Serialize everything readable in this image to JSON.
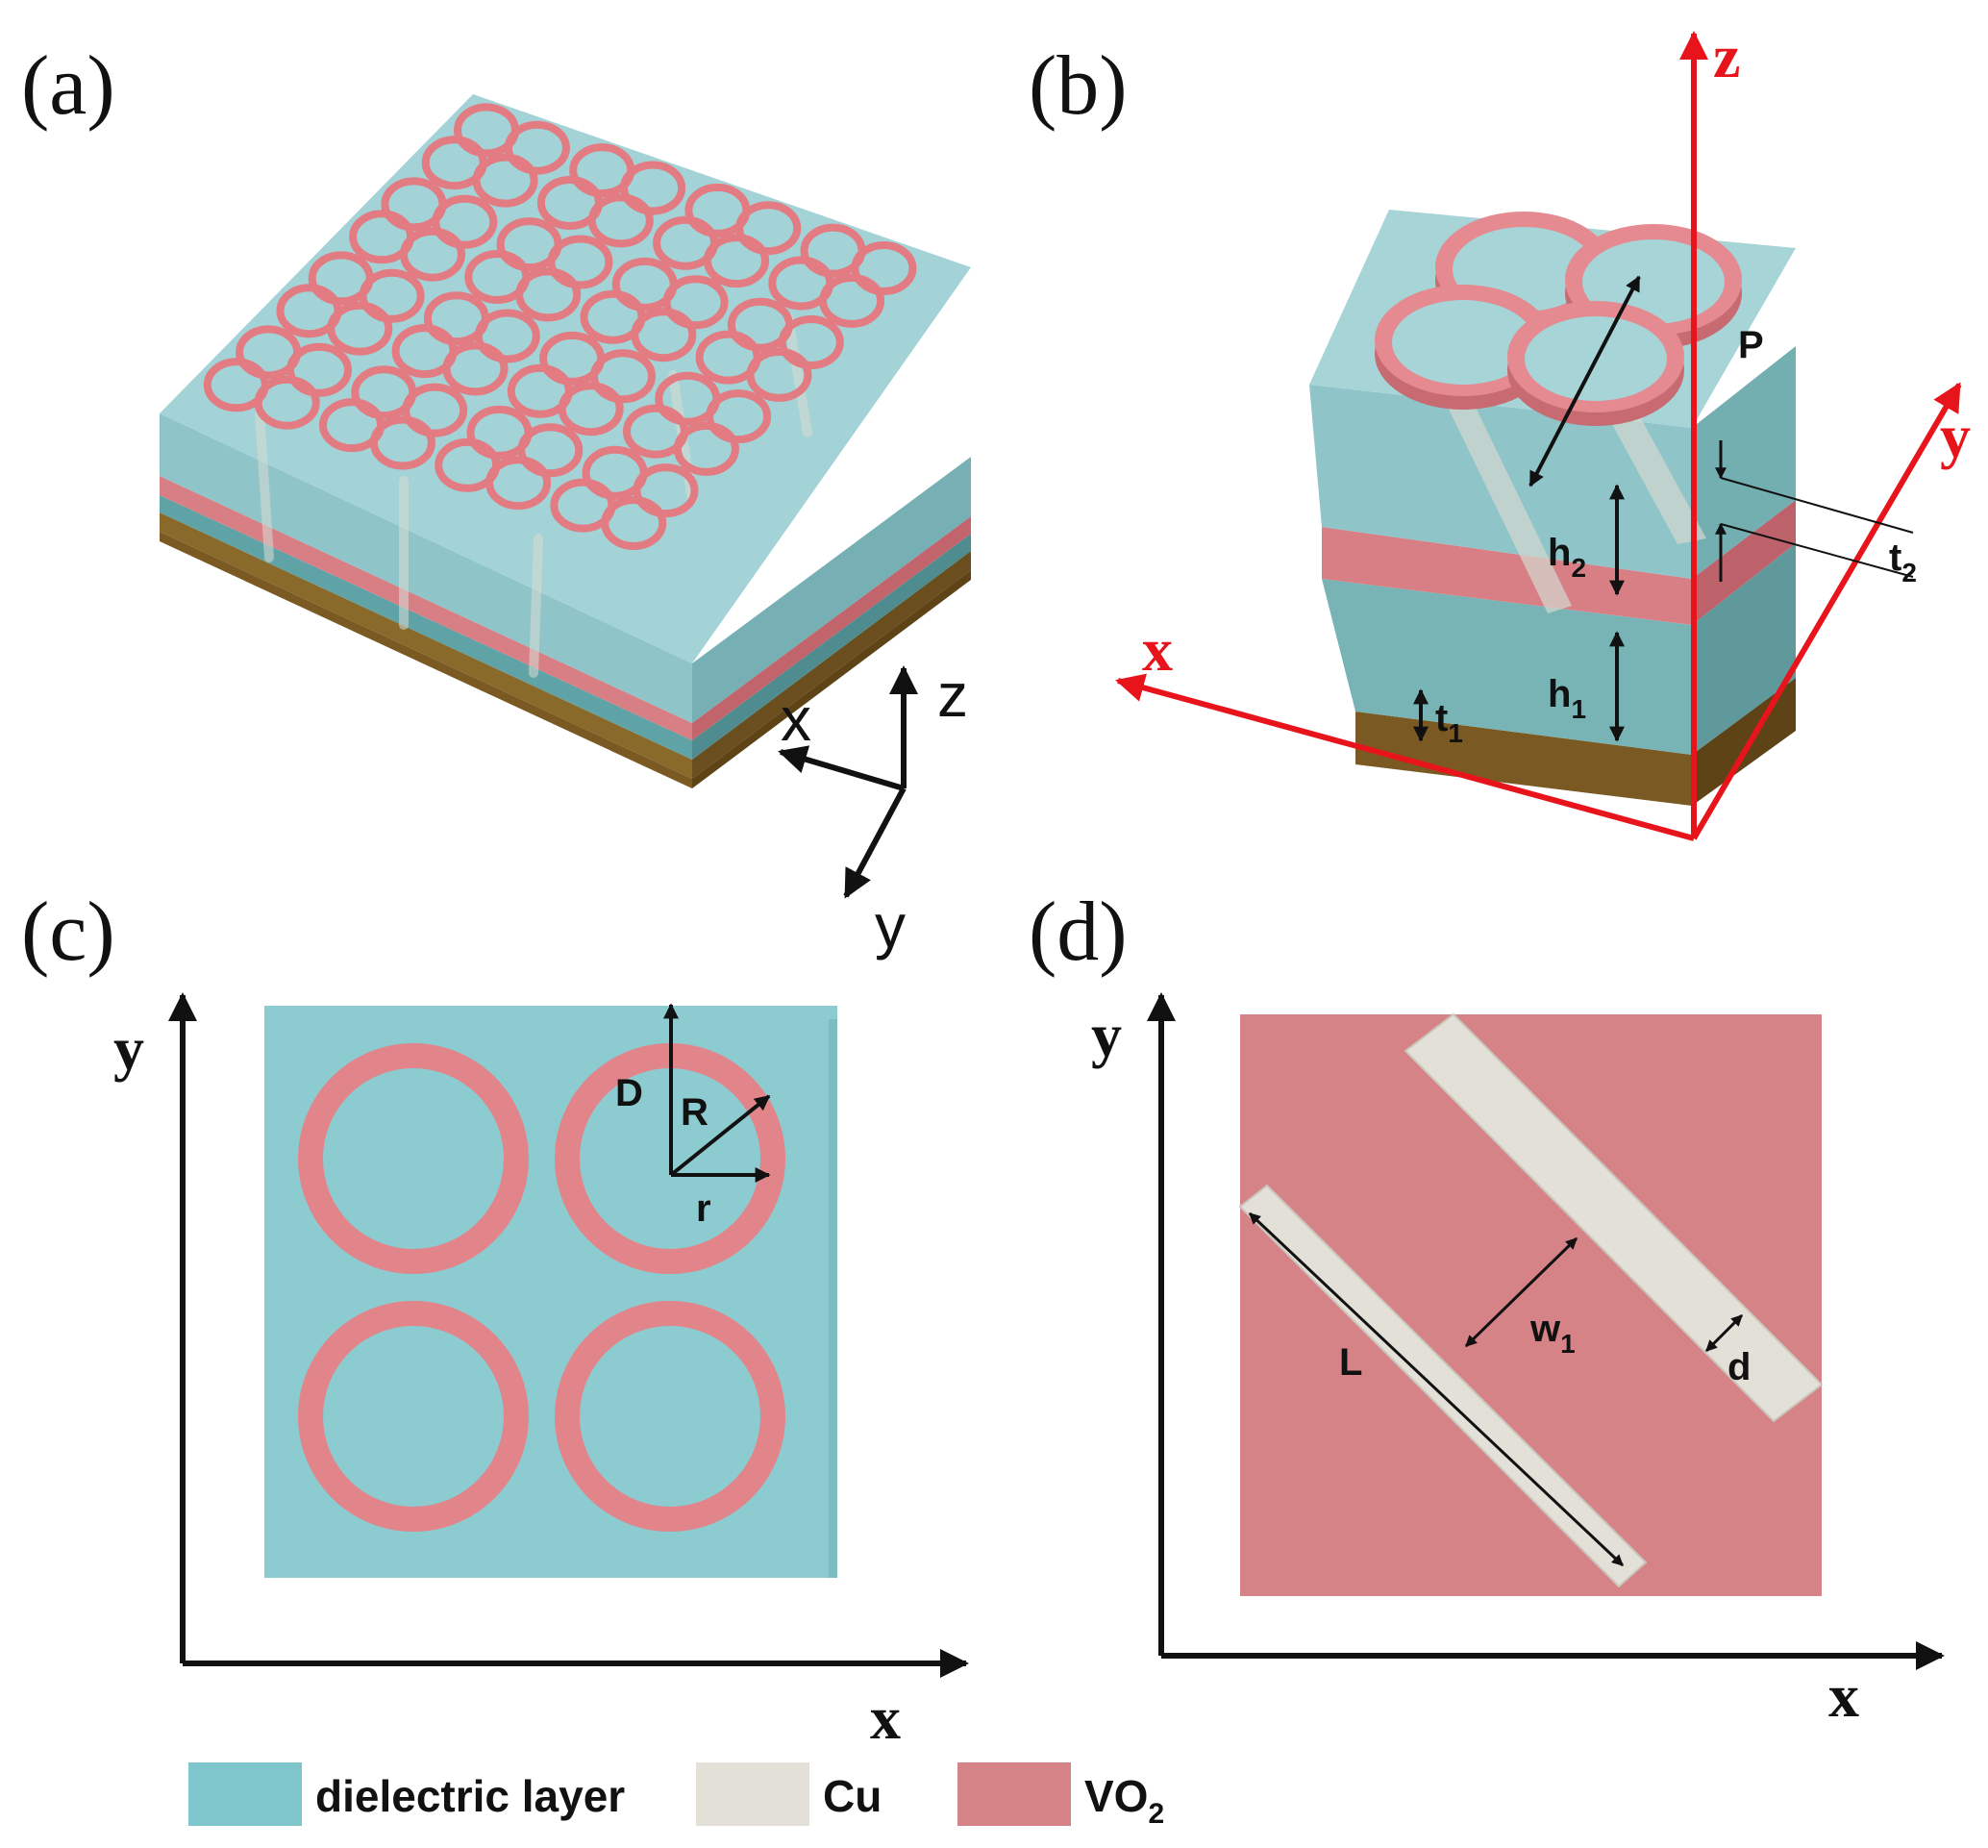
{
  "panels": {
    "a": "(a)",
    "b": "(b)",
    "c": "(c)",
    "d": "(d)"
  },
  "axes": {
    "x": "x",
    "y": "y",
    "z": "z"
  },
  "labels": {
    "P": "P",
    "h": "h",
    "t": "t",
    "sub1": "1",
    "sub2": "2",
    "D": "D",
    "R": "R",
    "r": "r",
    "L": "L",
    "w": "w",
    "d": "d"
  },
  "legend": [
    {
      "label": "dielectric layer",
      "color": "#7fc6cc"
    },
    {
      "label": "Cu",
      "color": "#e3e0d8"
    },
    {
      "label": "VO",
      "sub": "2",
      "color": "#d68388"
    }
  ],
  "colors": {
    "dielectric": "#8ccbd0",
    "vo2": "#d87f85",
    "cu": "#dedbd2",
    "substrate": "#7a5a22",
    "red_axes": "#e8141b"
  }
}
